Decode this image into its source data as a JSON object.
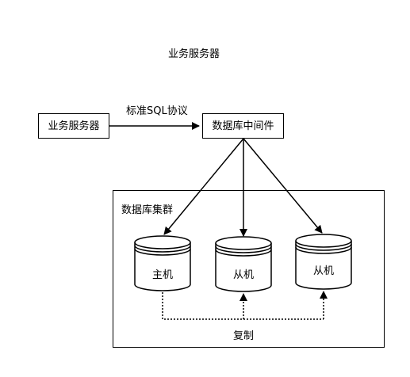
{
  "title": "业务服务器",
  "nodes": {
    "app_server": "业务服务器",
    "middleware": "数据库中间件",
    "cluster": "数据库集群",
    "master": "主机",
    "slave_1": "从机",
    "slave_2": "从机"
  },
  "edges": {
    "protocol": "标准SQL协议",
    "replication": "复制"
  },
  "colors": {
    "stroke": "#000000",
    "background": "#ffffff"
  }
}
